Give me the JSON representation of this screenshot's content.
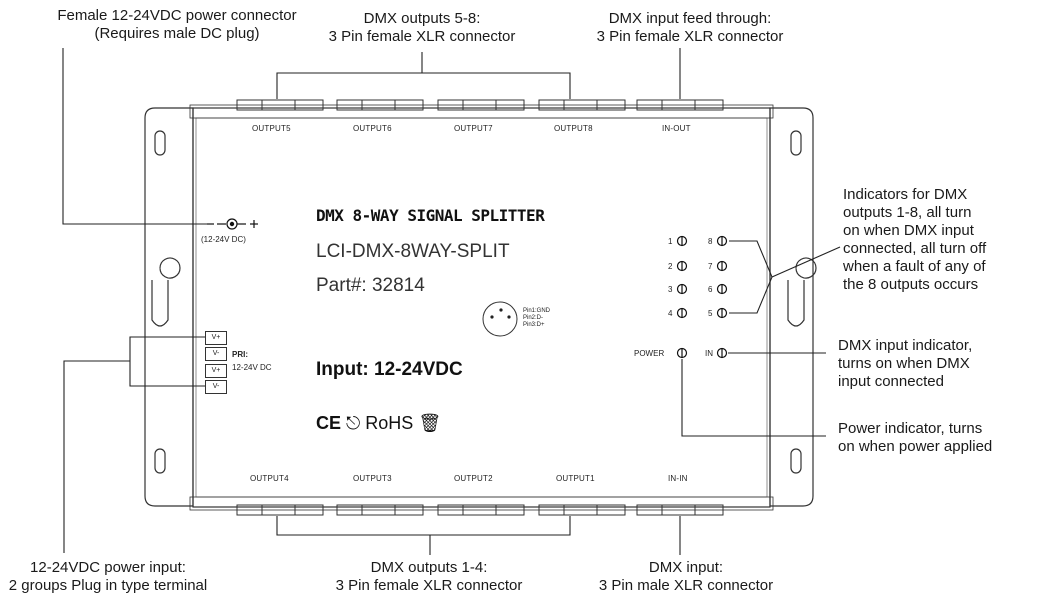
{
  "callouts": {
    "power_connector": "Female 12-24VDC power connector\n(Requires male DC plug)",
    "dmx_out_5_8": "DMX outputs 5-8:\n3 Pin female XLR connector",
    "dmx_feed_through": "DMX input feed through:\n3 Pin female XLR connector",
    "indicators_1_8": "Indicators for DMX\noutputs 1-8, all turn\non when DMX input\nconnected, all turn off\nwhen a fault of any of\nthe 8 outputs occurs",
    "dmx_input_indicator": "DMX input indicator,\nturns on when DMX\ninput connected",
    "power_indicator": "Power indicator, turns\non when power applied",
    "power_input": "12-24VDC power input:\n2 groups Plug in type terminal",
    "dmx_out_1_4": "DMX outputs 1-4:\n3 Pin female XLR connector",
    "dmx_input": "DMX input:\n3 Pin male XLR connector"
  },
  "device": {
    "title": "DMX 8-WAY SIGNAL SPLITTER",
    "model": "LCI-DMX-8WAY-SPLIT",
    "part": "Part#: 32814",
    "input": "Input: 12-24VDC",
    "certs": "RoHS",
    "dc_label": "(12-24V DC)",
    "pri_label": "PRI:",
    "pri_value": "12-24V DC",
    "pinout": "Pin1:GND\nPin2:D-\nPin3:D+",
    "power_label": "POWER",
    "in_label": "IN"
  },
  "top_ports": [
    "OUTPUT5",
    "OUTPUT6",
    "OUTPUT7",
    "OUTPUT8",
    "IN-OUT"
  ],
  "bottom_ports": [
    "OUTPUT4",
    "OUTPUT3",
    "OUTPUT2",
    "OUTPUT1",
    "IN-IN"
  ],
  "terminals": [
    "V+",
    "V-",
    "V+",
    "V-"
  ],
  "leds_left": [
    "1",
    "2",
    "3",
    "4"
  ],
  "leds_right": [
    "8",
    "7",
    "6",
    "5"
  ]
}
